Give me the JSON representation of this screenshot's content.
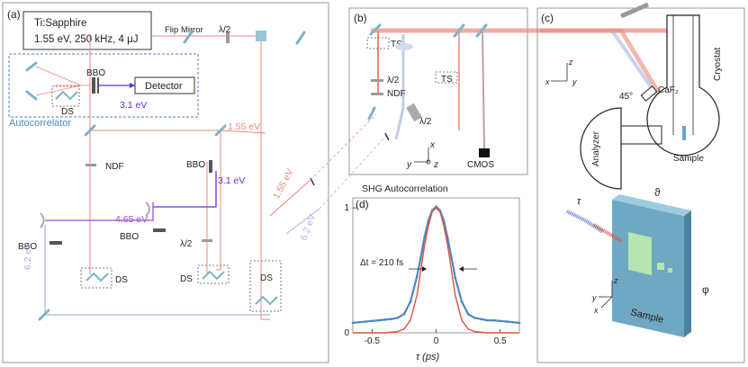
{
  "panel_labels": {
    "a": "(a)",
    "b": "(b)",
    "c": "(c)",
    "d": "(d)"
  },
  "panel_a": {
    "laser_name": "Ti:Sapphire",
    "laser_specs": "1.55 eV, 250 kHz, 4 μJ",
    "flip_mirror": "Flip Mirror",
    "half_wave": "λ/2",
    "bbo": "BBO",
    "ds": "DS",
    "detector": "Detector",
    "autocorrelator": "Autocorrelator",
    "e_3_1": "3.1 eV",
    "e_1_55": "1.55 eV",
    "e_4_65": "4.65 eV",
    "e_6_2": "6.2 eV",
    "ndf": "NDF"
  },
  "panel_b": {
    "ts": "TS",
    "half_wave": "λ/2",
    "ndf": "NDF",
    "cmos": "CMOS",
    "axis_x": "x",
    "axis_y": "y",
    "axis_z": "z"
  },
  "panel_c": {
    "caf2": "CaF₂",
    "cryostat": "Cryostat",
    "analyzer": "Analyzer",
    "sample": "Sample",
    "angle": "45°",
    "tau": "τ",
    "theta": "ϑ",
    "phi": "φ",
    "sample_slab": "Sample",
    "axis_x": "x",
    "axis_y": "y",
    "axis_z": "z"
  },
  "panel_d": {
    "title": "SHG Autocorrelation",
    "xlabel": "τ (ps)",
    "fwhm": "Δt = 210 fs"
  },
  "chart_data": {
    "type": "line",
    "title": "SHG Autocorrelation",
    "xlabel": "τ (ps)",
    "ylabel": "",
    "xlim": [
      -0.65,
      0.65
    ],
    "ylim": [
      0,
      1.08
    ],
    "xticks": [
      -0.5,
      0,
      0.5
    ],
    "yticks": [
      0,
      1
    ],
    "grid": false,
    "annotation": "Δt = 210 fs",
    "series": [
      {
        "kind": "measured",
        "color": "#4f86c6",
        "x": [
          -0.65,
          -0.6,
          -0.55,
          -0.5,
          -0.45,
          -0.4,
          -0.35,
          -0.3,
          -0.25,
          -0.2,
          -0.15,
          -0.12,
          -0.09,
          -0.06,
          -0.03,
          0.0,
          0.03,
          0.06,
          0.09,
          0.12,
          0.15,
          0.2,
          0.25,
          0.3,
          0.35,
          0.4,
          0.45,
          0.5,
          0.55,
          0.6,
          0.65
        ],
        "y": [
          0.08,
          0.085,
          0.09,
          0.095,
          0.1,
          0.105,
          0.11,
          0.12,
          0.15,
          0.25,
          0.45,
          0.6,
          0.77,
          0.9,
          0.98,
          1.01,
          0.98,
          0.9,
          0.76,
          0.6,
          0.44,
          0.25,
          0.15,
          0.12,
          0.11,
          0.1,
          0.1,
          0.095,
          0.09,
          0.085,
          0.08
        ]
      },
      {
        "kind": "fit",
        "color": "#e0523a",
        "x": [
          -0.65,
          -0.5,
          -0.4,
          -0.3,
          -0.25,
          -0.2,
          -0.15,
          -0.12,
          -0.09,
          -0.06,
          -0.03,
          0.0,
          0.03,
          0.06,
          0.09,
          0.12,
          0.15,
          0.2,
          0.25,
          0.3,
          0.4,
          0.5,
          0.65
        ],
        "y": [
          0.0,
          0.0,
          0.0,
          0.01,
          0.03,
          0.1,
          0.3,
          0.5,
          0.7,
          0.86,
          0.97,
          1.0,
          0.97,
          0.86,
          0.7,
          0.5,
          0.3,
          0.1,
          0.03,
          0.01,
          0.0,
          0.0,
          0.0
        ]
      }
    ]
  }
}
